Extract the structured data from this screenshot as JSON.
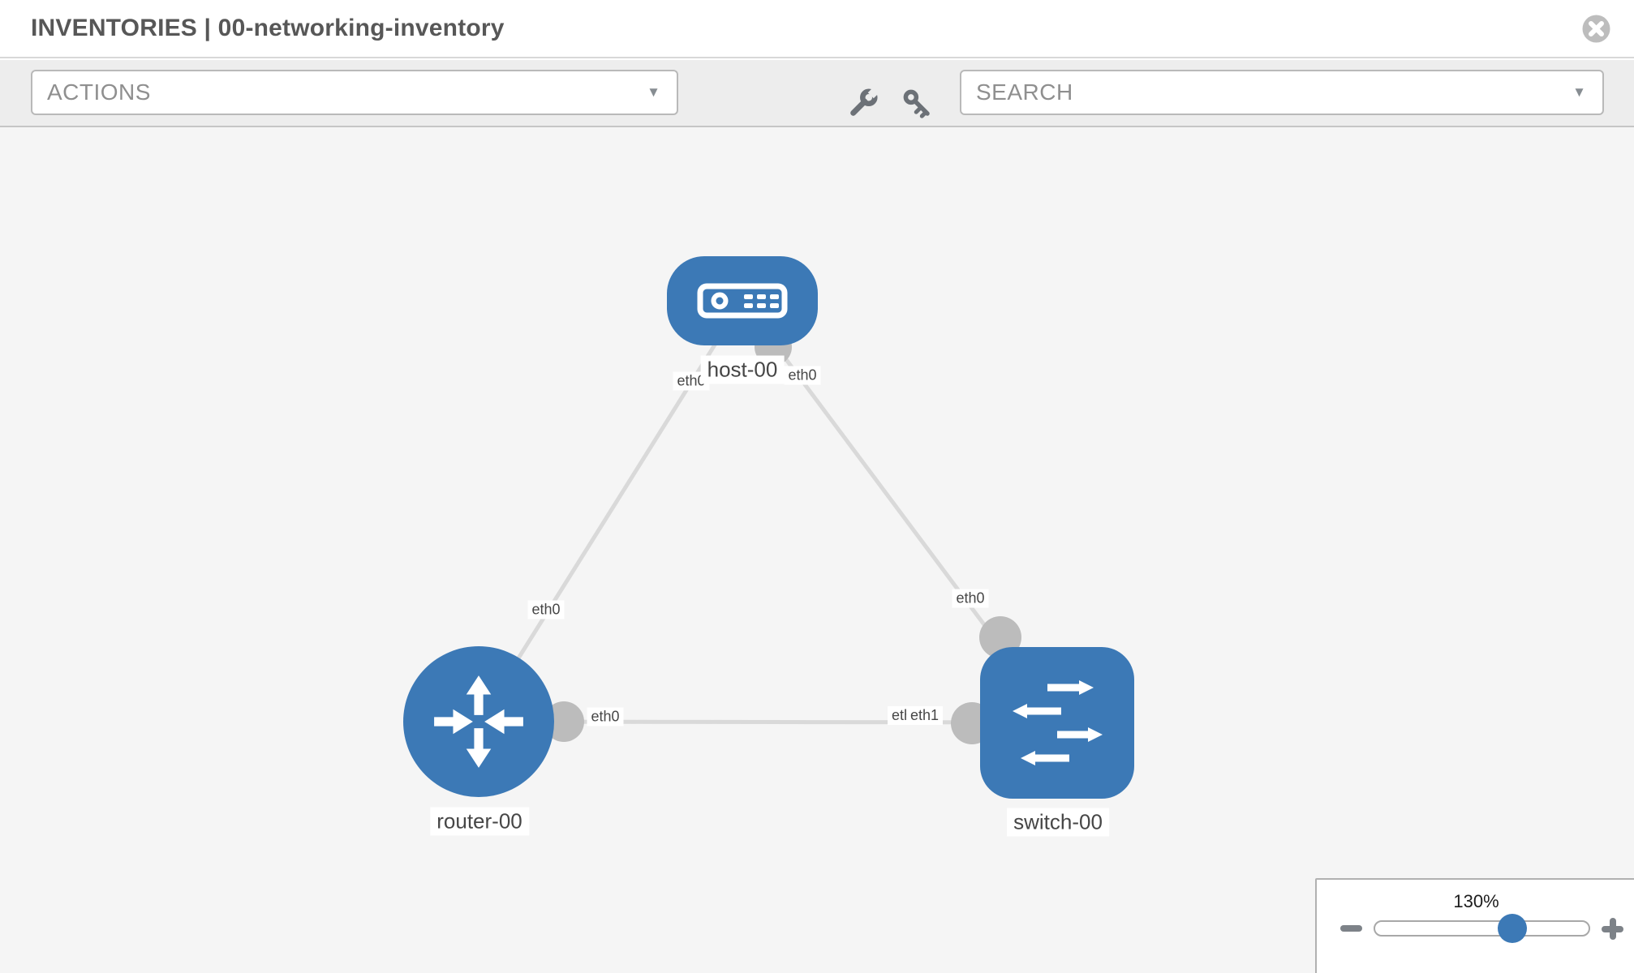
{
  "header": {
    "title": "INVENTORIES | 00-networking-inventory"
  },
  "toolbar": {
    "actions_select": {
      "value": "ACTIONS"
    },
    "search_select": {
      "value": "SEARCH"
    },
    "icons": [
      "wrench",
      "key"
    ]
  },
  "topology": {
    "nodes": [
      {
        "name": "host-00",
        "type": "host"
      },
      {
        "name": "router-00",
        "type": "router"
      },
      {
        "name": "switch-00",
        "type": "switch"
      }
    ],
    "links": [
      {
        "from": "router-00",
        "to": "host-00",
        "from_interface": "eth0",
        "to_interface": "eth0"
      },
      {
        "from": "switch-00",
        "to": "host-00",
        "from_interface": "eth0",
        "to_interface": "eth0"
      },
      {
        "from": "router-00",
        "to": "switch-00",
        "from_interface": "eth0",
        "to_interface": "eth1"
      }
    ],
    "interface_labels": [
      "eth0",
      "eth0",
      "eth0",
      "eth0",
      "eth0",
      "eth0",
      "eth1"
    ]
  },
  "zoom_control": {
    "level": "130%"
  },
  "colors": {
    "node_blue": "#3c79b6",
    "link_gray": "#d9d9d9",
    "interface_gray": "#bcbcbc",
    "toolbar_bg": "#ededed",
    "canvas_bg": "#f5f5f5"
  }
}
